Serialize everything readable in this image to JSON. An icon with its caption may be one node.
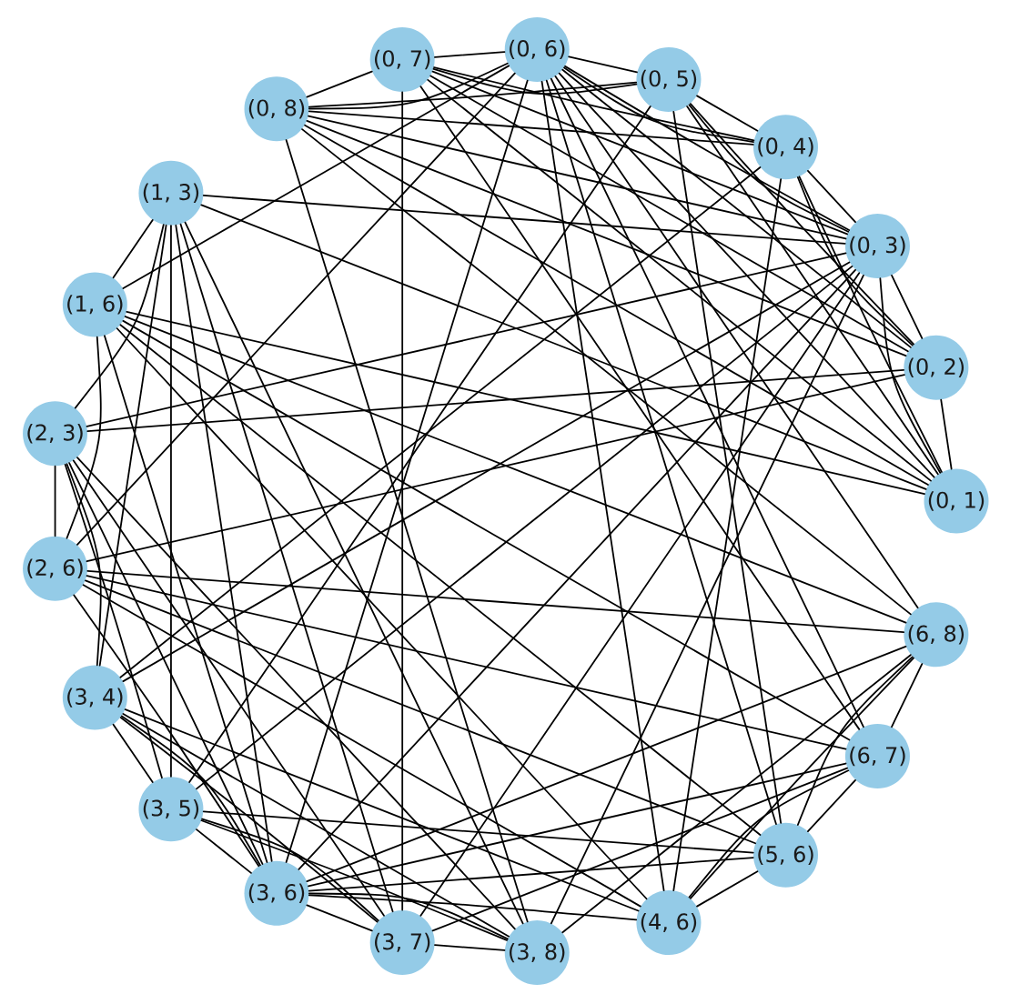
{
  "diagram": {
    "nodes": [
      {
        "text": [
          "(0, 1)"
        ]
      },
      {
        "text": [
          "(0, 2)"
        ]
      },
      {
        "text": [
          "(0, 3)"
        ]
      },
      {
        "text": [
          "(0, 4)"
        ]
      },
      {
        "text": [
          "(0, 5)"
        ]
      },
      {
        "text": [
          "(0, 6)"
        ]
      },
      {
        "text": [
          "(0, 7)"
        ]
      },
      {
        "text": [
          "(0, 8)"
        ]
      },
      {
        "text": [
          "(1, 3)"
        ]
      },
      {
        "text": [
          "(1, 6)"
        ]
      },
      {
        "text": [
          "(2, 3)"
        ]
      },
      {
        "text": [
          "(2, 6)"
        ]
      },
      {
        "text": [
          "(3, 4)"
        ]
      },
      {
        "text": [
          "(3, 5)"
        ]
      },
      {
        "text": [
          "(3, 6)"
        ]
      },
      {
        "text": [
          "(3, 7)"
        ]
      },
      {
        "text": [
          "(3, 8)"
        ]
      },
      {
        "text": [
          "(4, 6)"
        ]
      },
      {
        "text": [
          "(5, 6)"
        ]
      },
      {
        "text": [
          "(6, 7)"
        ]
      },
      {
        "text": [
          "(6, 8)"
        ]
      }
    ],
    "edges": [
      {
        "from": 0,
        "to": 1,
        "arrow": "none"
      },
      {
        "from": 0,
        "to": 2,
        "arrow": "none"
      },
      {
        "from": 0,
        "to": 3,
        "arrow": "none"
      },
      {
        "from": 0,
        "to": 4,
        "arrow": "none"
      },
      {
        "from": 0,
        "to": 5,
        "arrow": "none"
      },
      {
        "from": 0,
        "to": 6,
        "arrow": "none"
      },
      {
        "from": 0,
        "to": 7,
        "arrow": "none"
      },
      {
        "from": 0,
        "to": 8,
        "arrow": "none"
      },
      {
        "from": 0,
        "to": 9,
        "arrow": "none"
      },
      {
        "from": 1,
        "to": 2,
        "arrow": "none"
      },
      {
        "from": 1,
        "to": 3,
        "arrow": "none"
      },
      {
        "from": 1,
        "to": 4,
        "arrow": "none"
      },
      {
        "from": 1,
        "to": 5,
        "arrow": "none"
      },
      {
        "from": 1,
        "to": 6,
        "arrow": "none"
      },
      {
        "from": 1,
        "to": 7,
        "arrow": "none"
      },
      {
        "from": 1,
        "to": 10,
        "arrow": "none"
      },
      {
        "from": 1,
        "to": 11,
        "arrow": "none"
      },
      {
        "from": 2,
        "to": 3,
        "arrow": "none"
      },
      {
        "from": 2,
        "to": 4,
        "arrow": "none"
      },
      {
        "from": 2,
        "to": 5,
        "arrow": "none"
      },
      {
        "from": 2,
        "to": 6,
        "arrow": "none"
      },
      {
        "from": 2,
        "to": 7,
        "arrow": "none"
      },
      {
        "from": 2,
        "to": 8,
        "arrow": "none"
      },
      {
        "from": 2,
        "to": 10,
        "arrow": "none"
      },
      {
        "from": 2,
        "to": 12,
        "arrow": "none"
      },
      {
        "from": 2,
        "to": 13,
        "arrow": "none"
      },
      {
        "from": 2,
        "to": 14,
        "arrow": "none"
      },
      {
        "from": 2,
        "to": 15,
        "arrow": "none"
      },
      {
        "from": 2,
        "to": 16,
        "arrow": "none"
      },
      {
        "from": 3,
        "to": 4,
        "arrow": "none"
      },
      {
        "from": 3,
        "to": 5,
        "arrow": "none"
      },
      {
        "from": 3,
        "to": 6,
        "arrow": "none"
      },
      {
        "from": 3,
        "to": 7,
        "arrow": "none"
      },
      {
        "from": 3,
        "to": 12,
        "arrow": "none"
      },
      {
        "from": 3,
        "to": 17,
        "arrow": "none"
      },
      {
        "from": 4,
        "to": 5,
        "arrow": "none"
      },
      {
        "from": 4,
        "to": 6,
        "arrow": "none"
      },
      {
        "from": 4,
        "to": 7,
        "arrow": "none"
      },
      {
        "from": 4,
        "to": 13,
        "arrow": "none"
      },
      {
        "from": 4,
        "to": 18,
        "arrow": "none"
      },
      {
        "from": 5,
        "to": 6,
        "arrow": "none"
      },
      {
        "from": 5,
        "to": 7,
        "arrow": "none"
      },
      {
        "from": 5,
        "to": 9,
        "arrow": "none"
      },
      {
        "from": 5,
        "to": 11,
        "arrow": "none"
      },
      {
        "from": 5,
        "to": 14,
        "arrow": "none"
      },
      {
        "from": 5,
        "to": 17,
        "arrow": "none"
      },
      {
        "from": 5,
        "to": 18,
        "arrow": "none"
      },
      {
        "from": 5,
        "to": 19,
        "arrow": "none"
      },
      {
        "from": 5,
        "to": 20,
        "arrow": "none"
      },
      {
        "from": 6,
        "to": 7,
        "arrow": "none"
      },
      {
        "from": 6,
        "to": 15,
        "arrow": "none"
      },
      {
        "from": 6,
        "to": 19,
        "arrow": "none"
      },
      {
        "from": 7,
        "to": 16,
        "arrow": "none"
      },
      {
        "from": 7,
        "to": 20,
        "arrow": "none"
      },
      {
        "from": 8,
        "to": 9,
        "arrow": "none"
      },
      {
        "from": 8,
        "to": 10,
        "arrow": "none"
      },
      {
        "from": 8,
        "to": 12,
        "arrow": "none"
      },
      {
        "from": 8,
        "to": 13,
        "arrow": "none"
      },
      {
        "from": 8,
        "to": 14,
        "arrow": "none"
      },
      {
        "from": 8,
        "to": 15,
        "arrow": "none"
      },
      {
        "from": 8,
        "to": 16,
        "arrow": "none"
      },
      {
        "from": 9,
        "to": 11,
        "arrow": "none"
      },
      {
        "from": 9,
        "to": 14,
        "arrow": "none"
      },
      {
        "from": 9,
        "to": 17,
        "arrow": "none"
      },
      {
        "from": 9,
        "to": 18,
        "arrow": "none"
      },
      {
        "from": 9,
        "to": 19,
        "arrow": "none"
      },
      {
        "from": 9,
        "to": 20,
        "arrow": "none"
      },
      {
        "from": 10,
        "to": 11,
        "arrow": "none"
      },
      {
        "from": 10,
        "to": 12,
        "arrow": "none"
      },
      {
        "from": 10,
        "to": 13,
        "arrow": "none"
      },
      {
        "from": 10,
        "to": 14,
        "arrow": "none"
      },
      {
        "from": 10,
        "to": 15,
        "arrow": "none"
      },
      {
        "from": 10,
        "to": 16,
        "arrow": "none"
      },
      {
        "from": 11,
        "to": 14,
        "arrow": "none"
      },
      {
        "from": 11,
        "to": 17,
        "arrow": "none"
      },
      {
        "from": 11,
        "to": 18,
        "arrow": "none"
      },
      {
        "from": 11,
        "to": 19,
        "arrow": "none"
      },
      {
        "from": 11,
        "to": 20,
        "arrow": "none"
      },
      {
        "from": 12,
        "to": 13,
        "arrow": "none"
      },
      {
        "from": 12,
        "to": 14,
        "arrow": "none"
      },
      {
        "from": 12,
        "to": 15,
        "arrow": "none"
      },
      {
        "from": 12,
        "to": 16,
        "arrow": "none"
      },
      {
        "from": 12,
        "to": 17,
        "arrow": "none"
      },
      {
        "from": 13,
        "to": 14,
        "arrow": "none"
      },
      {
        "from": 13,
        "to": 15,
        "arrow": "none"
      },
      {
        "from": 13,
        "to": 16,
        "arrow": "none"
      },
      {
        "from": 13,
        "to": 18,
        "arrow": "none"
      },
      {
        "from": 14,
        "to": 15,
        "arrow": "none"
      },
      {
        "from": 14,
        "to": 16,
        "arrow": "none"
      },
      {
        "from": 14,
        "to": 17,
        "arrow": "none"
      },
      {
        "from": 14,
        "to": 18,
        "arrow": "none"
      },
      {
        "from": 14,
        "to": 19,
        "arrow": "none"
      },
      {
        "from": 14,
        "to": 20,
        "arrow": "none"
      },
      {
        "from": 15,
        "to": 16,
        "arrow": "none"
      },
      {
        "from": 15,
        "to": 19,
        "arrow": "none"
      },
      {
        "from": 16,
        "to": 20,
        "arrow": "none"
      },
      {
        "from": 17,
        "to": 18,
        "arrow": "none"
      },
      {
        "from": 17,
        "to": 19,
        "arrow": "none"
      },
      {
        "from": 17,
        "to": 20,
        "arrow": "none"
      },
      {
        "from": 18,
        "to": 19,
        "arrow": "none"
      },
      {
        "from": 18,
        "to": 20,
        "arrow": "none"
      },
      {
        "from": 19,
        "to": 20,
        "arrow": "none"
      }
    ]
  }
}
